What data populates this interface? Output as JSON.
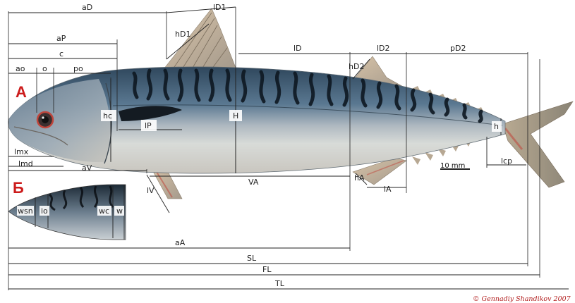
{
  "figure": {
    "panel_a": "А",
    "panel_b": "Б",
    "copyright": "© Gennadiy Shandikov 2007",
    "scale_bar": "10 mm"
  },
  "labels": {
    "aD": "aD",
    "lD1": "lD1",
    "hD1": "hD1",
    "aP": "aP",
    "c": "c",
    "lD": "lD",
    "lD2": "lD2",
    "pD2": "pD2",
    "hD2": "hD2",
    "ao": "ao",
    "o": "o",
    "po": "po",
    "hc": "hc",
    "lP": "lP",
    "H": "H",
    "h": "h",
    "lmx": "lmx",
    "lmd": "lmd",
    "aV": "aV",
    "VA": "VA",
    "hA": "hA",
    "lA": "lA",
    "lcp": "lcp",
    "lV": "lV",
    "wsn": "wsn",
    "io": "io",
    "wc": "wc",
    "w": "w",
    "aA": "aA",
    "SL": "SL",
    "FL": "FL",
    "TL": "TL"
  },
  "colors": {
    "back": "#3d5870",
    "stripe": "#0e1822",
    "belly": "#dfe0dc",
    "fin": "#d7c3a8",
    "fin_red": "#c0463c",
    "accent_red": "#cc1b1b"
  }
}
